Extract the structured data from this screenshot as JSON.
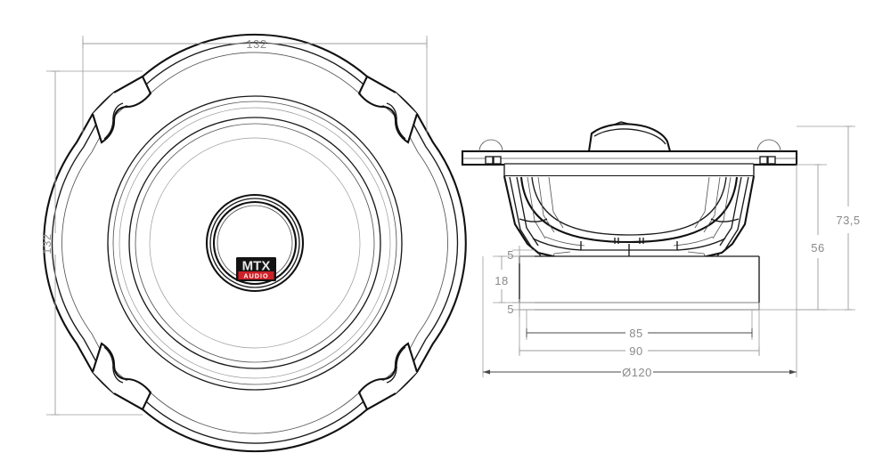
{
  "drawing": {
    "title": "MTX Audio coaxial loudspeaker dimensional drawing",
    "units_note": "",
    "background_color": "#ffffff",
    "line_color": "#111111",
    "dimension_color": "#9c9c9c"
  },
  "views": {
    "front": {
      "name": "front-view",
      "label": "",
      "description": "Front elevation of round speaker with square mounting frame and four corner tabs"
    },
    "side": {
      "name": "side-view",
      "label": "",
      "description": "Side section elevation of speaker showing basket, magnet and tweeter dome"
    }
  },
  "dimensions": {
    "front_width": {
      "value": "132",
      "name": "dimension-front-width",
      "orientation": "horizontal"
    },
    "front_height": {
      "value": "132",
      "name": "dimension-front-height",
      "orientation": "vertical"
    },
    "overall_depth": {
      "value": "73,5",
      "name": "dimension-overall-depth",
      "orientation": "vertical"
    },
    "mount_depth": {
      "value": "56",
      "name": "dimension-mount-depth",
      "orientation": "vertical"
    },
    "magnet_top_gap": {
      "value": "5",
      "name": "dimension-magnet-top-gap",
      "orientation": "vertical"
    },
    "magnet_height": {
      "value": "18",
      "name": "dimension-magnet-height",
      "orientation": "vertical"
    },
    "magnet_bottom_gap": {
      "value": "5",
      "name": "dimension-magnet-bottom-gap",
      "orientation": "vertical"
    },
    "magnet_width": {
      "value": "85",
      "name": "dimension-magnet-width",
      "orientation": "horizontal"
    },
    "basket_width": {
      "value": "90",
      "name": "dimension-basket-width",
      "orientation": "horizontal"
    },
    "cutout_diameter": {
      "value": "Ø120",
      "name": "dimension-cutout-diameter",
      "orientation": "horizontal"
    }
  },
  "logo": {
    "brand": "MTX",
    "subtitle": "AUDIO",
    "box_color": "#131313",
    "bar_color": "#cf2027",
    "text_color": "#e9e9e9"
  }
}
